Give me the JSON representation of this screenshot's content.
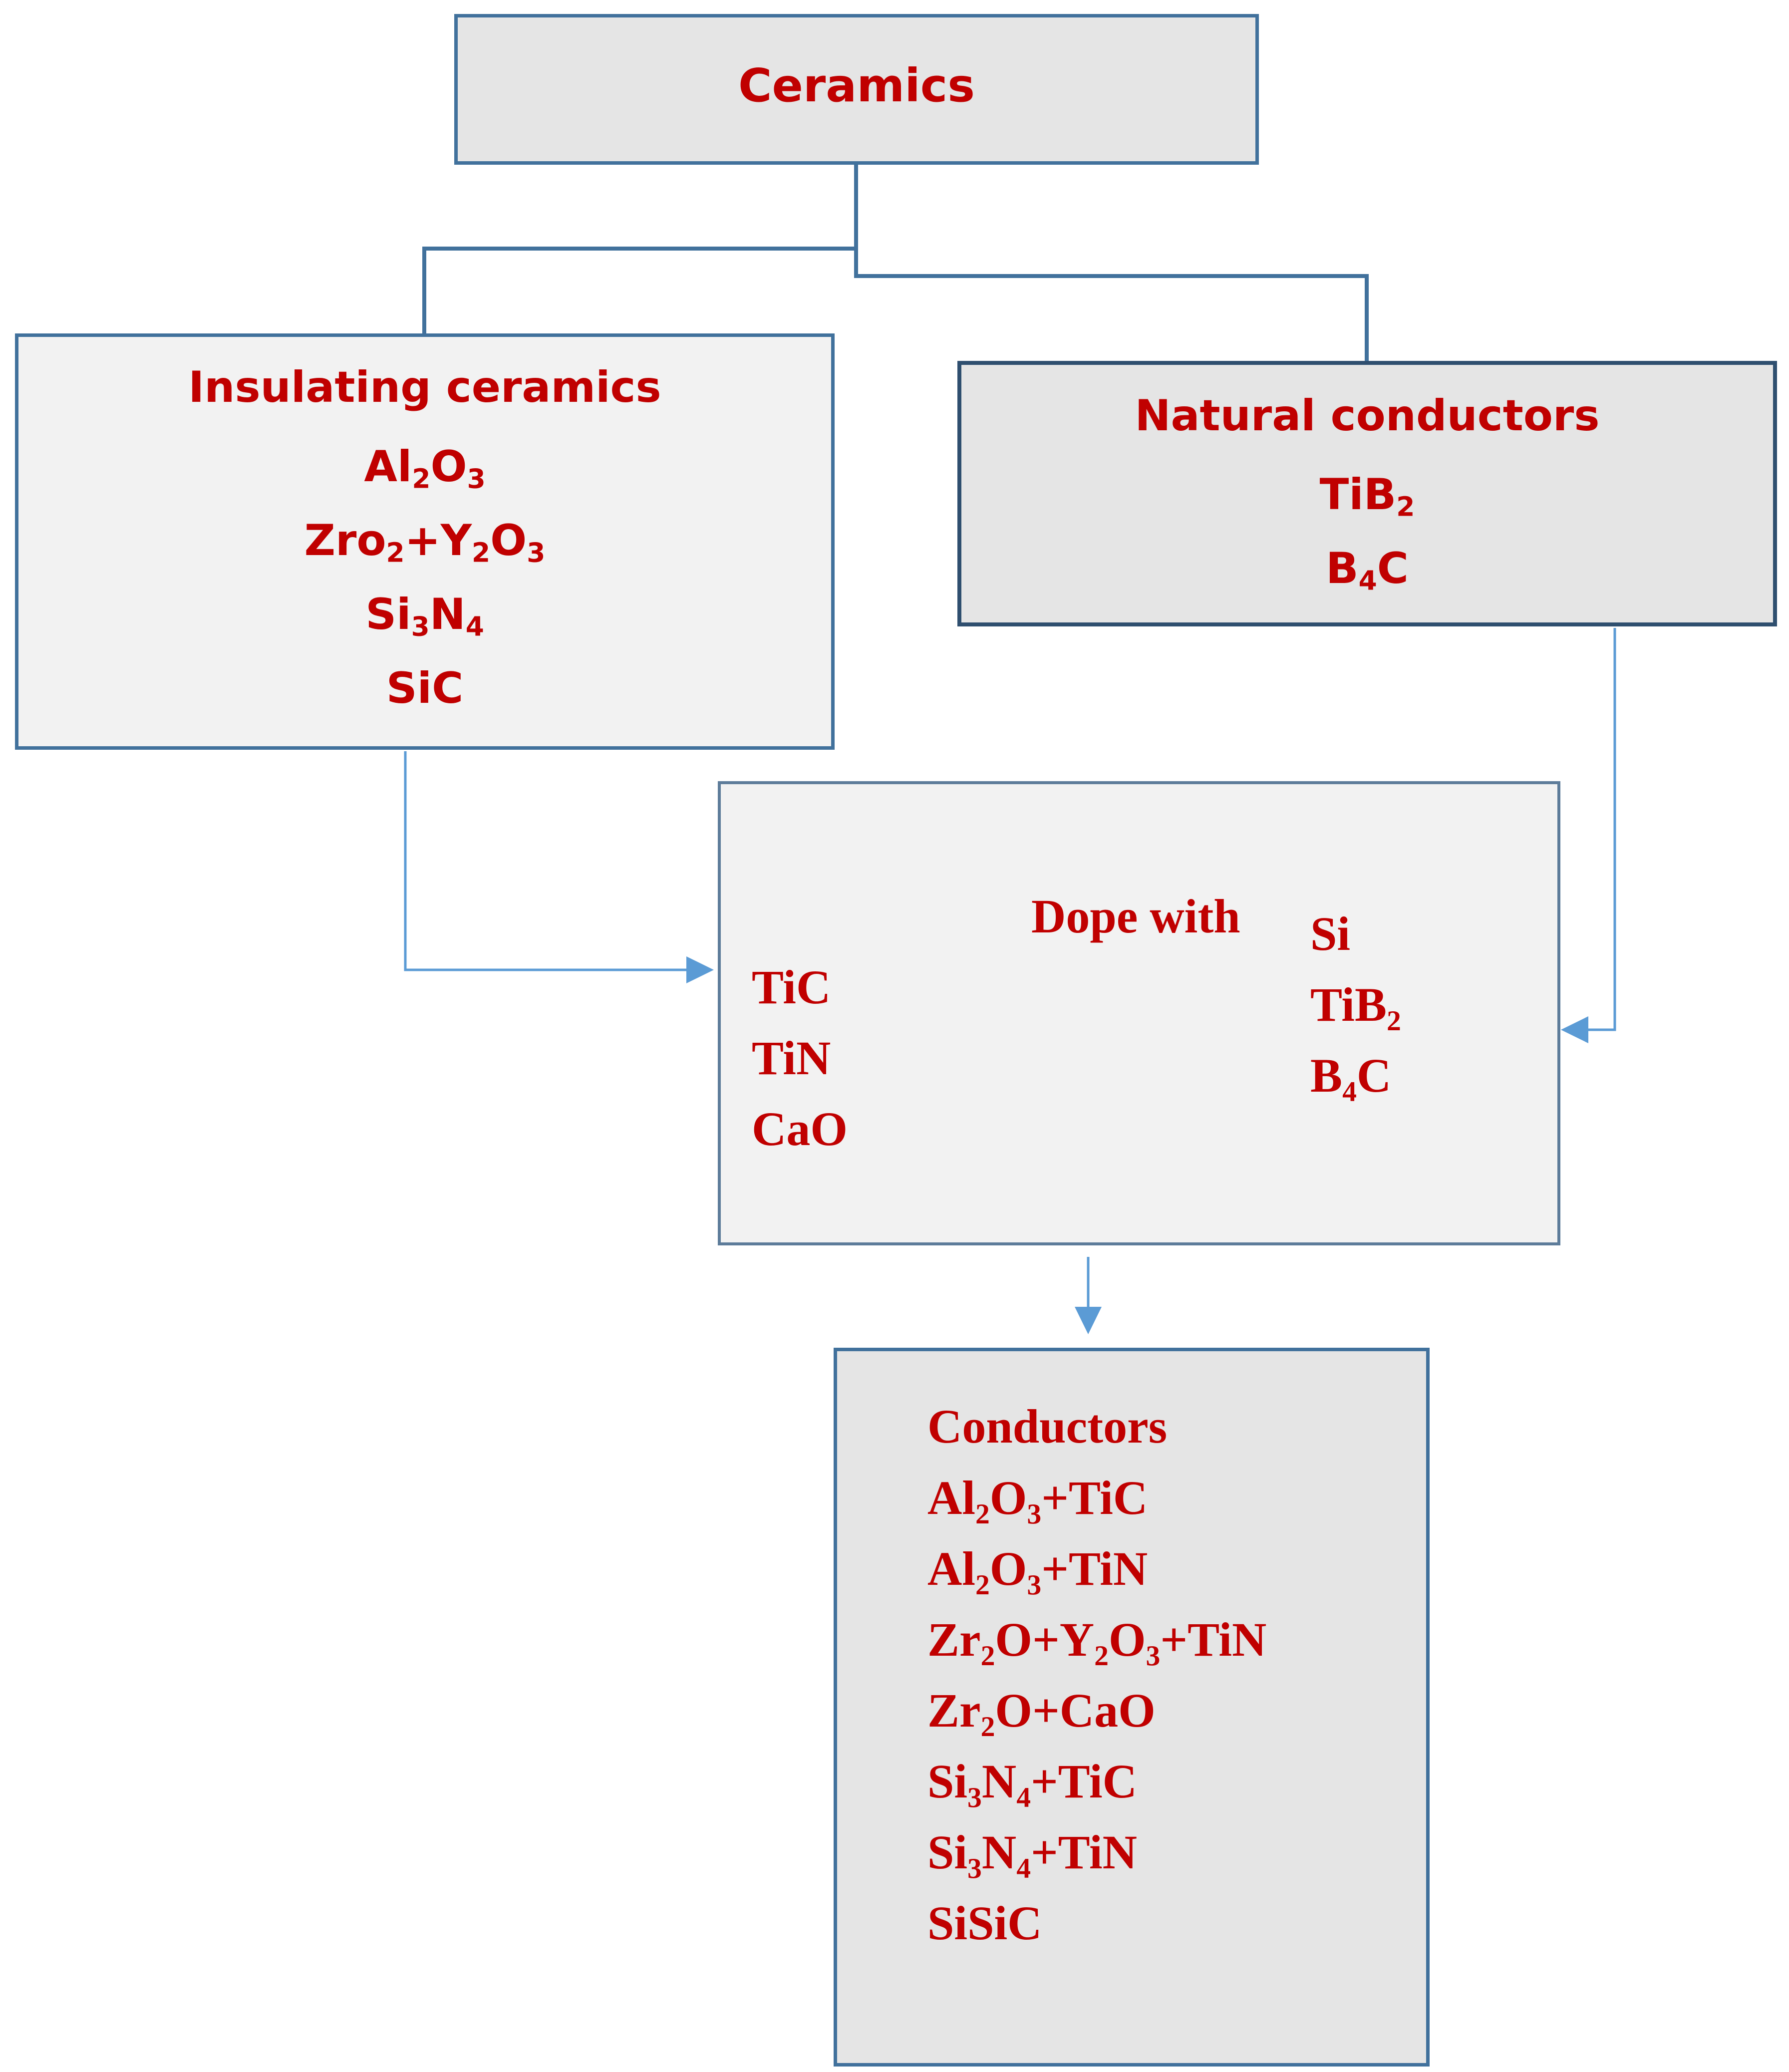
{
  "nodes": {
    "root": {
      "title": "Ceramics"
    },
    "insulating": {
      "title": "Insulating ceramics",
      "items": [
        {
          "parts": [
            [
              "Al",
              ""
            ],
            [
              "2",
              "sub"
            ],
            [
              "O",
              ""
            ],
            [
              "3",
              "sub"
            ]
          ]
        },
        {
          "parts": [
            [
              "Zro",
              ""
            ],
            [
              "2",
              "sub"
            ],
            [
              "+Y",
              ""
            ],
            [
              "2",
              "sub"
            ],
            [
              "O",
              ""
            ],
            [
              "3",
              "sub"
            ]
          ]
        },
        {
          "parts": [
            [
              "Si",
              ""
            ],
            [
              "3",
              "sub"
            ],
            [
              "N",
              ""
            ],
            [
              "4",
              "sub"
            ]
          ]
        },
        {
          "parts": [
            [
              "SiC",
              ""
            ]
          ]
        }
      ]
    },
    "natural": {
      "title": "Natural conductors",
      "items": [
        {
          "parts": [
            [
              "TiB",
              ""
            ],
            [
              "2",
              "sub"
            ]
          ]
        },
        {
          "parts": [
            [
              "B",
              ""
            ],
            [
              "4",
              "sub"
            ],
            [
              "C",
              ""
            ]
          ]
        }
      ]
    },
    "dope": {
      "title": "Dope with",
      "left_items": [
        "TiC",
        "TiN",
        "CaO"
      ],
      "right_items": [
        "Si",
        "TiB₂",
        "B₄C"
      ]
    },
    "conductors": {
      "title": "Conductors",
      "items": [
        "Al₂O₃+TiC",
        "Al₂O₃+TiN",
        "Zr₂O+Y₂O₃+TiN",
        "Zr₂O+CaO",
        "Si₃N₄+TiC",
        "Si₃N₄+TiN",
        "SiSiC"
      ]
    }
  },
  "colors": {
    "text": "#c00000",
    "box_gray": "#e5e5e5",
    "box_light": "#f2f2f2",
    "border": "#41719c",
    "arrow": "#5b9bd5"
  }
}
